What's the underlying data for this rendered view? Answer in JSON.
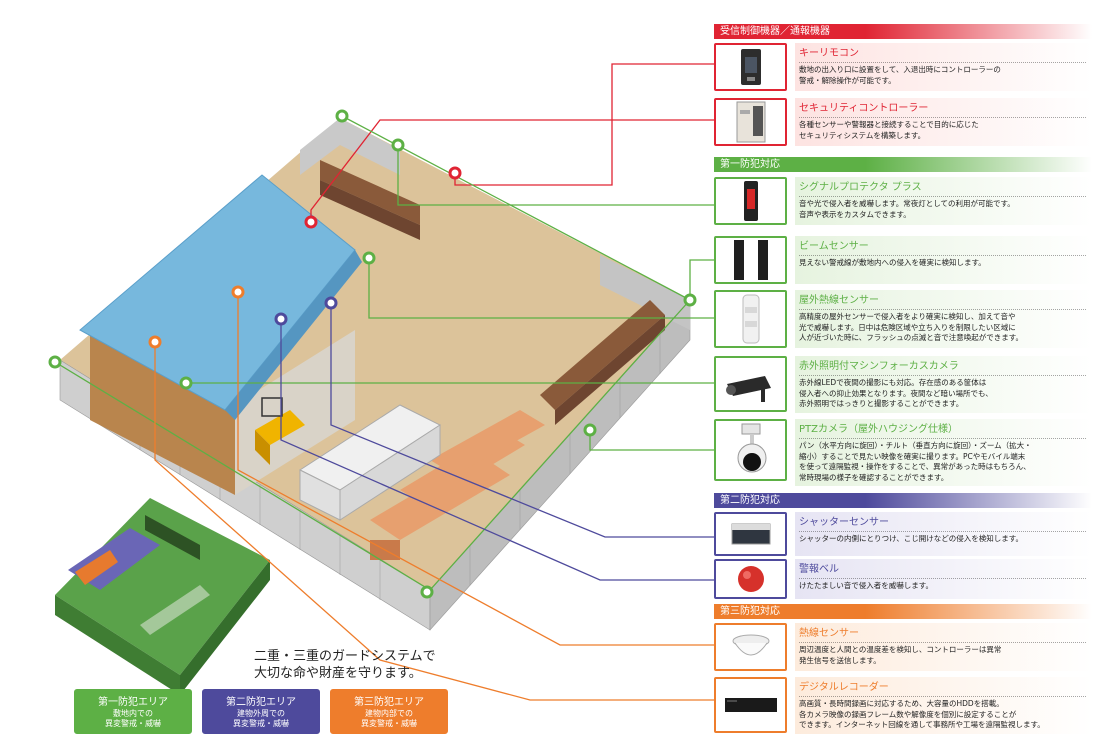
{
  "colors": {
    "red": "#e02433",
    "green": "#5db045",
    "purple": "#4e4a9c",
    "orange": "#ee7d2c"
  },
  "sections": [
    {
      "label": "受信制御機器／通報機器",
      "color": "red"
    },
    {
      "label": "第一防犯対応",
      "color": "green"
    },
    {
      "label": "第二防犯対応",
      "color": "purple"
    },
    {
      "label": "第三防犯対応",
      "color": "orange"
    }
  ],
  "items": [
    {
      "title": "キーリモコン",
      "text": "敷地の出入り口に設置をして、入退出時にコントローラーの\n警戒・解除操作が可能です。",
      "icon": "key-remote-icon"
    },
    {
      "title": "セキュリティコントローラー",
      "text": "各種センサーや警報器と接続することで目的に応じた\nセキュリティシステムを構築します。",
      "icon": "security-controller-icon"
    },
    {
      "title": "シグナルプロテクタ プラス",
      "text": "音や光で侵入者を威嚇します。常夜灯としての利用が可能です。\n音声や表示をカスタムできます。",
      "icon": "signal-protector-icon"
    },
    {
      "title": "ビームセンサー",
      "text": "見えない警戒線が敷地内への侵入を確実に検知します。",
      "icon": "beam-sensor-icon"
    },
    {
      "title": "屋外熱線センサー",
      "text": "高精度の屋外センサーで侵入者をより確実に検知し、加えて音や\n光で威嚇します。日中は危険区域や立ち入りを制限したい区域に\n人が近づいた時に、フラッシュの点滅と音で注意喚起ができます。",
      "icon": "outdoor-pir-sensor-icon"
    },
    {
      "title": "赤外照明付マシンフォーカスカメラ",
      "text": "赤外線LEDで夜間の撮影にも対応。存在感のある筐体は\n侵入者への抑止効果となります。夜間など暗い場所でも、\n赤外照明ではっきりと撮影することができます。",
      "icon": "ir-camera-icon"
    },
    {
      "title": "PTZカメラ（屋外ハウジング仕様）",
      "text": "パン（水平方向に旋回）・チルト（垂直方向に旋回）・ズーム（拡大・\n縮小）することで見たい映像を確実に撮ります。PCやモバイル端末\nを使って遠隔監視・操作をすることで、異常があった時はもちろん、\n常時現場の様子を確認することができます。",
      "icon": "ptz-camera-icon"
    },
    {
      "title": "シャッターセンサー",
      "text": "シャッターの内側にとりつけ、こじ開けなどの侵入を検知します。",
      "icon": "shutter-sensor-icon"
    },
    {
      "title": "警報ベル",
      "text": "けたたましい音で侵入者を威嚇します。",
      "icon": "alarm-bell-icon"
    },
    {
      "title": "熱線センサー",
      "text": "周辺温度と人間との温度差を検知し、コントローラーは異常\n発生信号を送信します。",
      "icon": "pir-sensor-icon"
    },
    {
      "title": "デジタルレコーダー",
      "text": "高画質・長時間録画に対応するため、大容量のHDDを搭載。\n各カメラ映像の録画フレーム数や解像度を個別に設定することが\nできます。インターネット回線を通して事務所や工場を遠隔監視します。",
      "icon": "digital-recorder-icon"
    }
  ],
  "tagline": "二重・三重のガードシステムで\n大切な命や財産を守ります。",
  "legend": [
    {
      "title": "第一防犯エリア",
      "sub": "敷地内での\n異変警戒・威嚇",
      "color": "green"
    },
    {
      "title": "第二防犯エリア",
      "sub": "建物外周での\n異変警戒・威嚇",
      "color": "purple"
    },
    {
      "title": "第三防犯エリア",
      "sub": "建物内部での\n異変警戒・威嚇",
      "color": "orange"
    }
  ]
}
